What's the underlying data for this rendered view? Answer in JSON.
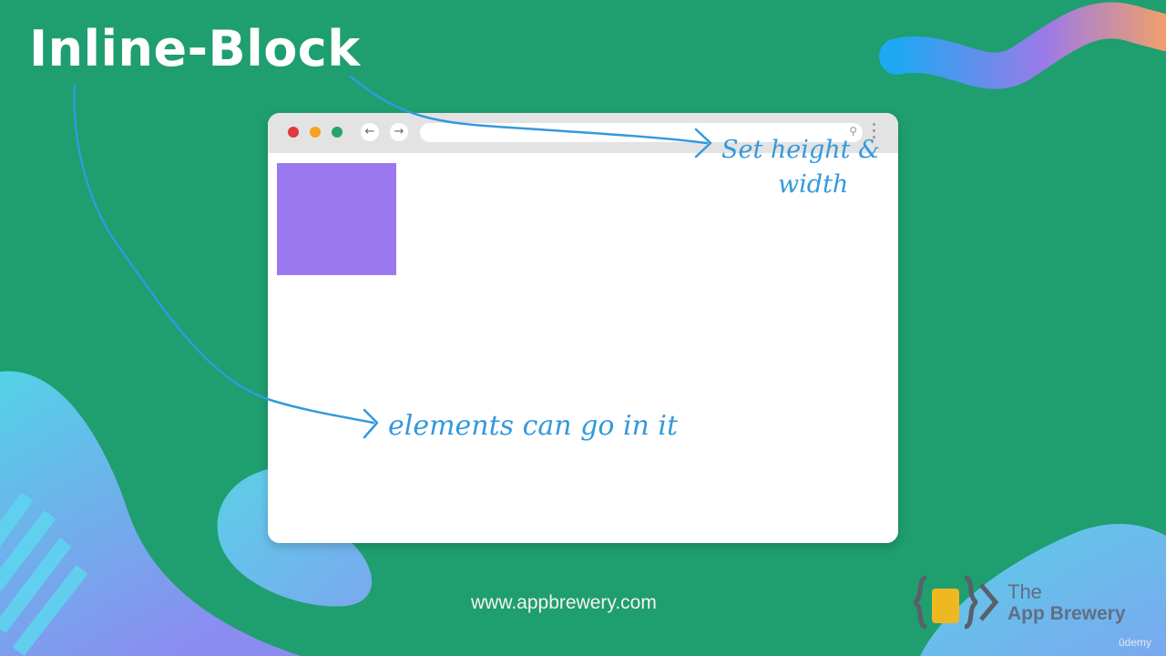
{
  "slide": {
    "title": "Inline-Block",
    "footer_url": "www.appbrewery.com"
  },
  "browser": {
    "nav_back_icon": "arrow-left-icon",
    "nav_forward_icon": "arrow-right-icon",
    "search_icon": "search-icon"
  },
  "annotations": {
    "size_line1": "Set height &",
    "size_line2": "width",
    "elements_note": "elements can go in it"
  },
  "brand": {
    "the": "The",
    "name": "App Brewery",
    "platform": "ūdemy"
  },
  "colors": {
    "background": "#1f9e70",
    "box": "#9c78ee",
    "annotation_ink": "#3399dd"
  }
}
